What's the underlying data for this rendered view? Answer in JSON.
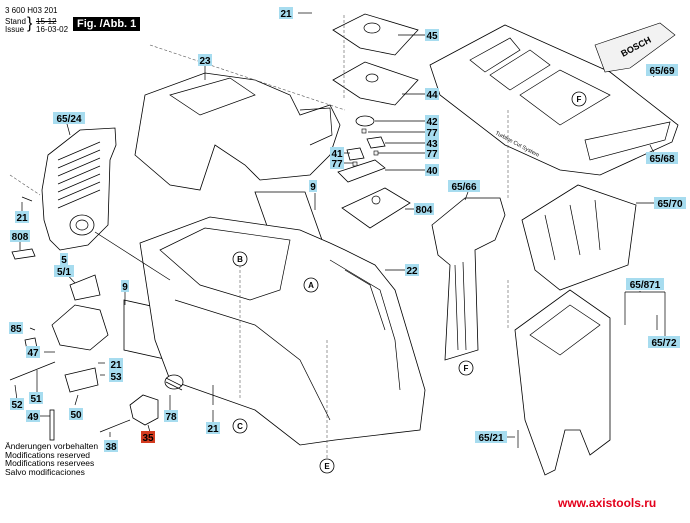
{
  "header": {
    "document_number": "3 600 H03 201",
    "stand_label": "Stand",
    "issue_label": "Issue",
    "old_date": "15-12",
    "date": "16-03-02",
    "figure_label": "Fig. /Abb. 1"
  },
  "footer": {
    "notes": [
      "Änderungen vorbehalten",
      "Modifications reserved",
      "Modifications reservees",
      "Salvo modificaciones"
    ],
    "website": "www.axistools.ru"
  },
  "colors": {
    "label_bg": "#a7dcef",
    "highlight_label_bg": "#d33b1f",
    "website": "#e3001b"
  },
  "parts": [
    {
      "id": "21",
      "label": "21"
    },
    {
      "id": "45",
      "label": "45"
    },
    {
      "id": "44",
      "label": "44"
    },
    {
      "id": "23",
      "label": "23"
    },
    {
      "id": "65/24",
      "label": "65/24"
    },
    {
      "id": "42",
      "label": "42"
    },
    {
      "id": "77",
      "label": "77"
    },
    {
      "id": "43",
      "label": "43"
    },
    {
      "id": "41",
      "label": "41"
    },
    {
      "id": "40",
      "label": "40"
    },
    {
      "id": "9",
      "label": "9"
    },
    {
      "id": "804",
      "label": "804"
    },
    {
      "id": "808",
      "label": "808"
    },
    {
      "id": "5",
      "label": "5"
    },
    {
      "id": "5/1",
      "label": "5/1"
    },
    {
      "id": "22",
      "label": "22"
    },
    {
      "id": "65/66",
      "label": "65/66"
    },
    {
      "id": "65/69",
      "label": "65/69"
    },
    {
      "id": "65/68",
      "label": "65/68"
    },
    {
      "id": "65/70",
      "label": "65/70"
    },
    {
      "id": "65/871",
      "label": "65/871"
    },
    {
      "id": "65/72",
      "label": "65/72"
    },
    {
      "id": "65/21",
      "label": "65/21"
    },
    {
      "id": "85",
      "label": "85"
    },
    {
      "id": "47",
      "label": "47"
    },
    {
      "id": "51",
      "label": "51"
    },
    {
      "id": "52",
      "label": "52"
    },
    {
      "id": "53",
      "label": "53"
    },
    {
      "id": "49",
      "label": "49"
    },
    {
      "id": "50",
      "label": "50"
    },
    {
      "id": "78",
      "label": "78"
    },
    {
      "id": "38",
      "label": "38"
    },
    {
      "id": "35",
      "label": "35"
    }
  ],
  "reference_markers": [
    "A",
    "B",
    "C",
    "E",
    "F"
  ],
  "product_text": {
    "brand": "BOSCH",
    "housing_text": "TurbIne Cut System"
  }
}
